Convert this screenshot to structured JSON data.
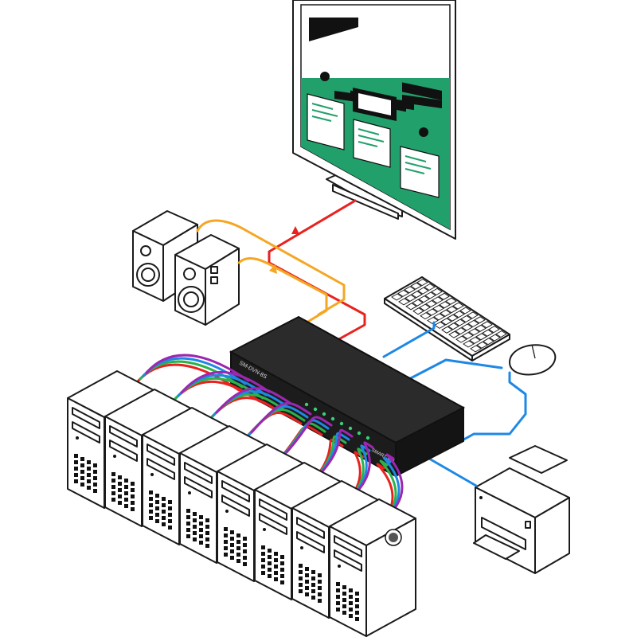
{
  "device": {
    "model_label": "SM-DVN-8S",
    "brand_label": "SMART-AVI",
    "port_count": 8
  },
  "colors": {
    "video_cable": "#e8221e",
    "audio_cable": "#f5a623",
    "usb_cable": "#1e88e5",
    "screen_accent": "#22a06b",
    "computer_cable_colors": [
      "#e8221e",
      "#2bb24c",
      "#1e88e5",
      "#9c27b0"
    ],
    "device_body": "#2b2b2b",
    "led": "#34d27a"
  },
  "peripherals": [
    "monitor",
    "speakers",
    "keyboard",
    "mouse",
    "printer"
  ],
  "computers": {
    "count": 8
  }
}
